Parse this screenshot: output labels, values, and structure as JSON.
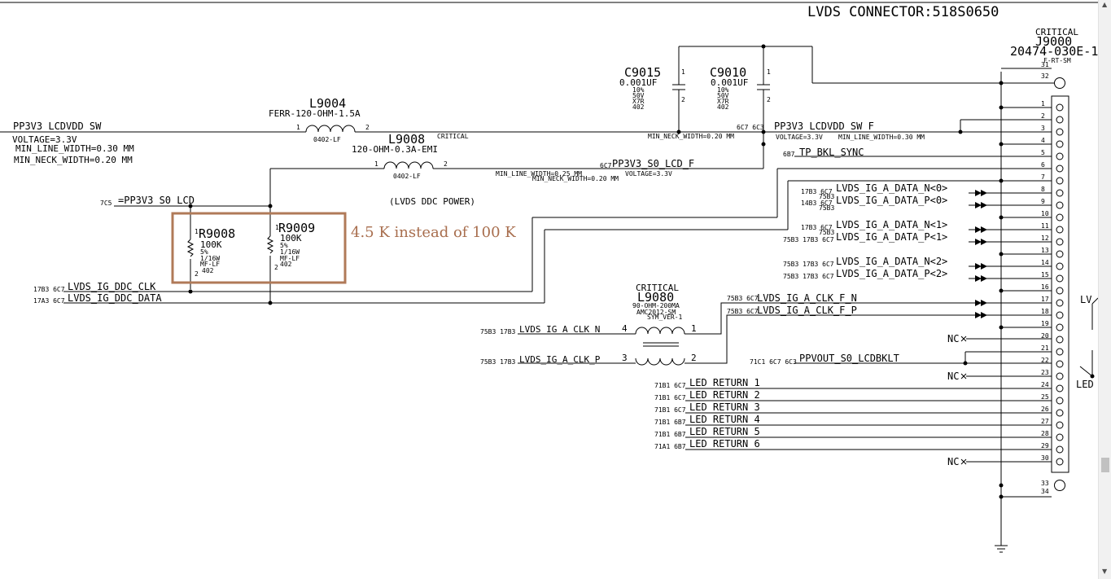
{
  "title": "LVDS CONNECTOR:518S0650",
  "highlight": {
    "note": "4.5 K instead of 100 K",
    "color": "#b07a58",
    "note_color": "#a86e4e"
  },
  "connector": {
    "critical": "CRITICAL",
    "ref": "J9000",
    "part": "20474-030E-1",
    "footprint": "F-RT-SM",
    "pins": [
      "31",
      "32",
      "1",
      "2",
      "3",
      "4",
      "5",
      "6",
      "7",
      "8",
      "9",
      "10",
      "11",
      "12",
      "13",
      "14",
      "15",
      "16",
      "17",
      "18",
      "19",
      "20",
      "21",
      "22",
      "23",
      "24",
      "25",
      "26",
      "27",
      "28",
      "29",
      "30",
      "33",
      "34"
    ],
    "nc_label": "NC"
  },
  "nets": {
    "pp3v3_lcdvdd_sw": "PP3V3_LCDVDD_SW",
    "voltage": "VOLTAGE=3.3V",
    "min_line": "MIN_LINE_WIDTH=0.30 MM",
    "min_neck": "MIN_NECK_WIDTH=0.20 MM",
    "pp3v3_s0_lcd": "=PP3V3_S0_LCD",
    "pp3v3_lcdvdd_sw_f": "PP3V3_LCDVDD_SW_F",
    "f_props_a": "VOLTAGE=3.3V",
    "f_props_b": "MIN_LINE_WIDTH=0.30 MM",
    "f_neck": "MIN_NECK_WIDTH=0.20 MM",
    "pp3v3_s0_lcd_f": "PP3V3_S0_LCD_F",
    "s0_props_a": "MIN_LINE_WIDTH=0.25 MM",
    "s0_props_b": "VOLTAGE=3.3V",
    "s0_neck": "MIN_NECK_WIDTH=0.20 MM",
    "tp_bkl_sync": "TP_BKL_SYNC",
    "ddc_power": "(LVDS DDC POWER)",
    "ddc_clk": "LVDS_IG_DDC_CLK",
    "ddc_data": "LVDS_IG_DDC_DATA",
    "data_n0": "LVDS_IG_A_DATA_N<0>",
    "data_p0": "LVDS_IG_A_DATA_P<0>",
    "data_n1": "LVDS_IG_A_DATA_N<1>",
    "data_p1": "LVDS_IG_A_DATA_P<1>",
    "data_n2": "LVDS_IG_A_DATA_N<2>",
    "data_p2": "LVDS_IG_A_DATA_P<2>",
    "clk_f_n": "LVDS_IG_A_CLK_F_N",
    "clk_f_p": "LVDS_IG_A_CLK_F_P",
    "clk_n": "LVDS_IG_A_CLK_N",
    "clk_p": "LVDS_IG_A_CLK_P",
    "ppvout": "PPVOUT_S0_LCDBKLT",
    "led1": "LED_RETURN_1",
    "led2": "LED_RETURN_2",
    "led3": "LED_RETURN_3",
    "led4": "LED_RETURN_4",
    "led5": "LED_RETURN_5",
    "led6": "LED_RETURN_6"
  },
  "xrefs": {
    "pp3v3_s0_lcd": "7C5",
    "lcdvdd_f": "6C7 6C3",
    "s0_lcd_f": "6C7",
    "tp_bkl": "6B7",
    "ddc_clk": "17B3 6C7",
    "ddc_data": "17A3 6C7",
    "data_n0": "17B3 6C7",
    "data_n0_b": "75B3",
    "data_p0": "14B3 6C7",
    "data_p0_b": "75B3",
    "data_n1": "17B3 6C7",
    "data_n1_b": "75B3",
    "data_p1": "75B3 17B3 6C7",
    "data_n2": "75B3 17B3 6C7",
    "data_p2": "75B3 17B3 6C7",
    "clk_f_n": "75B3 6C7",
    "clk_f_p": "75B3 6C7",
    "clk_n": "75B3 17B3",
    "clk_p": "75B3 17B3",
    "ppvout": "71C1 6C7 6C3",
    "led1": "71B1 6C7",
    "led2": "71B1 6C7",
    "led3": "71B1 6C7",
    "led4": "71B1 6B7",
    "led5": "71B1 6B7",
    "led6": "71A1 6B7"
  },
  "components": {
    "l9004": {
      "ref": "L9004",
      "value": "FERR-120-OHM-1.5A",
      "pkg": "0402-LF",
      "pin1": "1",
      "pin2": "2"
    },
    "l9008": {
      "ref": "L9008",
      "critical": "CRITICAL",
      "value": "120-OHM-0.3A-EMI",
      "pkg": "0402-LF",
      "pin1": "1",
      "pin2": "2"
    },
    "c9015": {
      "ref": "C9015",
      "value": "0.001UF",
      "tol": "10%",
      "volt": "50V",
      "diel": "X7R",
      "pkg": "402",
      "pin1": "1",
      "pin2": "2"
    },
    "c9010": {
      "ref": "C9010",
      "value": "0.001UF",
      "tol": "10%",
      "volt": "50V",
      "diel": "X7R",
      "pkg": "402",
      "pin1": "1",
      "pin2": "2"
    },
    "r9008": {
      "ref": "R9008",
      "value": "100K",
      "tol": "5%",
      "power": "1/16W",
      "type": "MF-LF",
      "pkg": "402",
      "pin1": "1",
      "pin2": "2"
    },
    "r9009": {
      "ref": "R9009",
      "value": "100K",
      "tol": "5%",
      "power": "1/16W",
      "type": "MF-LF",
      "pkg": "402",
      "pin1": "1",
      "pin2": "2"
    },
    "l9080": {
      "critical": "CRITICAL",
      "ref": "L9080",
      "value": "90-OHM-200MA",
      "pkg": "AMC2012-SM",
      "sym": "SYM_VER-1",
      "pin1": "1",
      "pin2": "2",
      "pin3": "3",
      "pin4": "4"
    }
  },
  "offpage": {
    "lv": "LV",
    "led": "LED"
  },
  "scrollbar": {
    "up": "▲",
    "down": "▼"
  }
}
